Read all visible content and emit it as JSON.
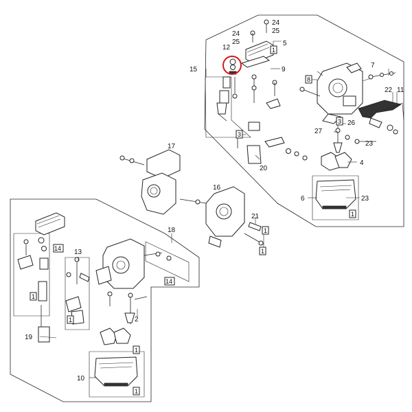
{
  "callouts": {
    "c1": "1",
    "c2": "2",
    "c3": "3",
    "c4": "4",
    "c5": "5",
    "c6": "6",
    "c7": "7",
    "c8": "8",
    "c9": "9",
    "c10": "10",
    "c11": "11",
    "c12": "12",
    "c13": "13",
    "c14": "14",
    "c15": "15",
    "c16": "16",
    "c17": "17",
    "c18": "18",
    "c19": "19",
    "c20": "20",
    "c21": "21",
    "c22": "22",
    "c23": "23",
    "c24": "24",
    "c25": "25",
    "c26": "26",
    "c27": "27"
  },
  "highlight_color": "#d11a1a"
}
